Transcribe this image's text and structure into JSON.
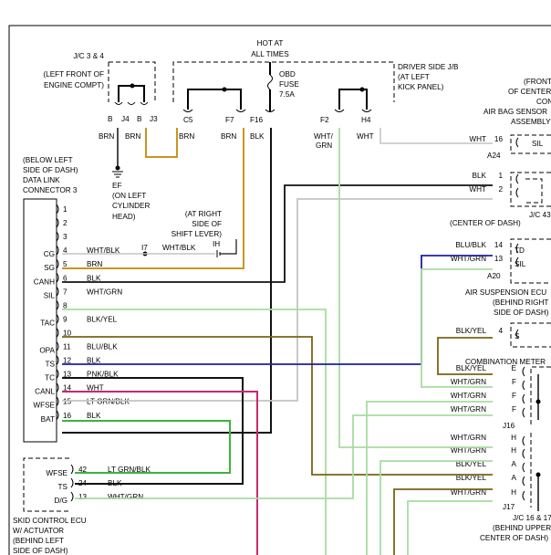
{
  "colors": {
    "wire_black": "#111111",
    "wire_brown": "#c8961e",
    "wire_white": "#c4c4c4",
    "wire_green_white": "#a8dca0",
    "wire_blue": "#1e1ea0",
    "wire_pink": "#c8286e",
    "wire_lt_green": "#3cb43c",
    "wire_yellow_black": "#786414"
  },
  "components": {
    "jc34": [
      "J/C 3 & 4",
      "(LEFT FRONT OF",
      "ENGINE COMPT)"
    ],
    "hot": [
      "HOT AT",
      "ALL TIMES"
    ],
    "fuse": [
      "OBD",
      "FUSE",
      "7.5A"
    ],
    "driver_jb": [
      "DRIVER SIDE J/B",
      "(AT LEFT",
      "KICK PANEL)"
    ],
    "front_console": [
      "(FRONT",
      "OF CENTER",
      "CONSOLE)"
    ],
    "airbag": [
      "AIR BAG SENSOR",
      "ASSEMBLY"
    ],
    "dlc": [
      "(BELOW LEFT",
      "SIDE OF DASH)",
      "DATA LINK",
      "CONNECTOR 3"
    ],
    "ef": [
      "EF",
      "(ON LEFT",
      "CYLINDER",
      "HEAD)"
    ],
    "shift": [
      "(AT RIGHT",
      "SIDE OF",
      "SHIFT LEVER)"
    ],
    "jc43": [
      "J/C 43",
      "(CENTER OF DASH)"
    ],
    "air_susp": [
      "AIR SUSPENSION ECU",
      "(BEHIND RIGHT",
      "SIDE OF DASH)"
    ],
    "combo_meter": [
      "COMBINATION METER"
    ],
    "jc1617": [
      "J/C 16 & 17",
      "(BEHIND UPPER",
      "CENTER OF DASH)"
    ],
    "skid": [
      "SKID CONTROL ECU",
      "W/ ACTUATOR",
      "(BEHIND LEFT",
      "SIDE OF DASH)"
    ]
  },
  "connectors": {
    "j4": "J4",
    "j3": "J3",
    "c5": "C5",
    "f7": "F7",
    "f16": "F16",
    "f2": "F2",
    "h4": "H4",
    "b1": "B",
    "b2": "B",
    "a24": "A24",
    "a20": "A20",
    "j16": "J16",
    "j17": "J17",
    "i7": "I7",
    "ih": "IH"
  },
  "top_wires": {
    "brn1": "BRN",
    "brn2": "BRN",
    "brn3": "BRN",
    "brn4": "BRN",
    "blk": "BLK",
    "wht_grn": [
      "WHT/",
      "GRN"
    ],
    "wht": "WHT"
  },
  "dlc_pins": [
    {
      "pin": "1",
      "name": "",
      "wire": ""
    },
    {
      "pin": "2",
      "name": "",
      "wire": ""
    },
    {
      "pin": "3",
      "name": "",
      "wire": ""
    },
    {
      "pin": "4",
      "name": "CG",
      "wire": "WHT/BLK"
    },
    {
      "pin": "5",
      "name": "SG",
      "wire": "BRN"
    },
    {
      "pin": "6",
      "name": "CANH",
      "wire": "BLK"
    },
    {
      "pin": "7",
      "name": "SIL",
      "wire": "WHT/GRN"
    },
    {
      "pin": "8",
      "name": "",
      "wire": ""
    },
    {
      "pin": "9",
      "name": "TAC",
      "wire": "BLK/YEL"
    },
    {
      "pin": "10",
      "name": "",
      "wire": ""
    },
    {
      "pin": "11",
      "name": "OPA",
      "wire": "BLU/BLK"
    },
    {
      "pin": "12",
      "name": "TS",
      "wire": "BLK"
    },
    {
      "pin": "13",
      "name": "TC",
      "wire": "PNK/BLK"
    },
    {
      "pin": "14",
      "name": "CANL",
      "wire": "WHT"
    },
    {
      "pin": "15",
      "name": "WFSE",
      "wire": "LT GRN/BLK"
    },
    {
      "pin": "16",
      "name": "BAT",
      "wire": "BLK"
    }
  ],
  "shift_wire": "WHT/BLK",
  "skid_pins": [
    {
      "pin": "42",
      "name": "WFSE",
      "wire": "LT GRN/BLK"
    },
    {
      "pin": "24",
      "name": "TS",
      "wire": "BLK"
    },
    {
      "pin": "13",
      "name": "D/G",
      "wire": "WHT/GRN"
    }
  ],
  "right_connectors": [
    {
      "wire": "WHT",
      "pin": "16",
      "name": "SIL"
    },
    {
      "wire": "BLK",
      "pin": "1",
      "name": ""
    },
    {
      "wire": "WHT",
      "pin": "2",
      "name": ""
    },
    {
      "wire": "BLU/BLK",
      "pin": "14",
      "name": "TD"
    },
    {
      "wire": "WHT/GRN",
      "pin": "13",
      "name": "SIL"
    },
    {
      "wire": "BLK/YEL",
      "pin": "4",
      "name": "S"
    }
  ],
  "meter_rows": [
    {
      "wire": "BLK/YEL",
      "pin": "E"
    },
    {
      "wire": "WHT/GRN",
      "pin": "F"
    },
    {
      "wire": "WHT/GRN",
      "pin": "F"
    },
    {
      "wire": "WHT/GRN",
      "pin": "F"
    },
    {
      "wire": "WHT/GRN",
      "pin": "H"
    },
    {
      "wire": "WHT/GRN",
      "pin": "H"
    },
    {
      "wire": "BLK/YEL",
      "pin": "A"
    },
    {
      "wire": "BLK/YEL",
      "pin": "A"
    },
    {
      "wire": "WHT/GRN",
      "pin": "H"
    }
  ]
}
